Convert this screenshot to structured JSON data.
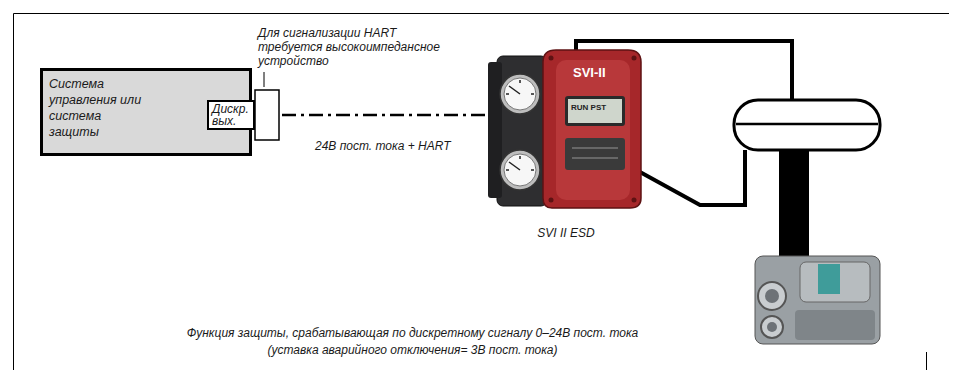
{
  "diagram": {
    "nodes": [
      {
        "text": [
          "Система управления или система защиты"
        ]
      },
      {
        "text": [
          "Дискр. вых."
        ],
        "in": 0
      },
      {
        "text": [
          "SVI II ESD"
        ]
      }
    ],
    "edges": [
      {
        "from": 1,
        "to": 2,
        "arrow": "none",
        "label": "24В пост. тока + HART"
      }
    ],
    "labels": [
      "Для сигнализации HART требуется высокоимпедансное устройство",
      "SVI-II",
      "RUN PST",
      "Функция защиты, срабатывающая по дискретному сигналу 0–24В пост. тока",
      "(уставка аварийного отключения= 3В пост. тока)"
    ]
  }
}
